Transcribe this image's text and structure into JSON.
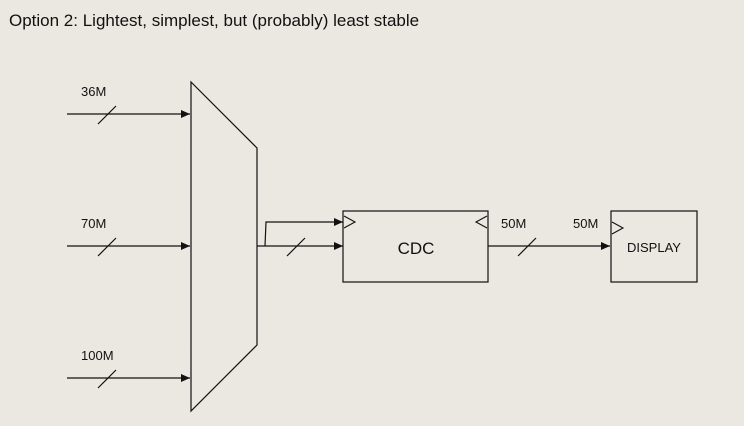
{
  "title": "Option 2: Lightest, simplest, but (probably) least stable",
  "inputs": [
    {
      "label": "36M"
    },
    {
      "label": "70M"
    },
    {
      "label": "100M"
    }
  ],
  "blocks": {
    "cdc": {
      "label": "CDC"
    },
    "display": {
      "label": "DISPLAY"
    }
  },
  "cdc_output_clock": "50M",
  "display_input_clock": "50M",
  "colors": {
    "background": "#ebe8e1",
    "stroke": "#111111",
    "block_fill": "#ebe8e1"
  }
}
